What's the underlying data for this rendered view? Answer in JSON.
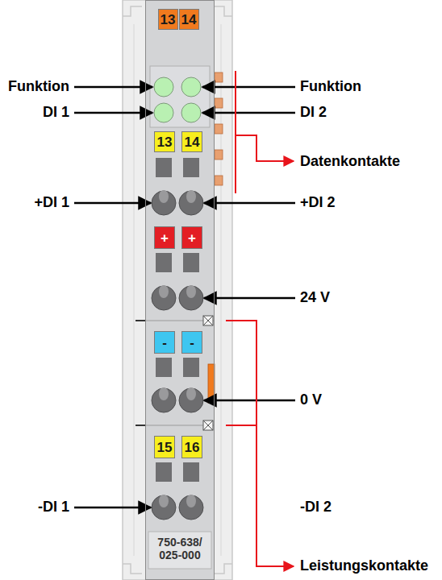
{
  "diagram": {
    "nodes": [
      {
        "text": [
          "750-638/ 025-000"
        ]
      },
      {
        "text": [
          "13"
        ],
        "in": 0
      },
      {
        "text": [
          "14"
        ],
        "in": 0
      },
      {
        "text": [
          "13"
        ],
        "in": 0
      },
      {
        "text": [
          "14"
        ],
        "in": 0
      },
      {
        "text": [
          "+"
        ],
        "in": 0
      },
      {
        "text": [
          "+"
        ],
        "in": 0
      },
      {
        "text": [
          "-"
        ],
        "in": 0
      },
      {
        "text": [
          "-"
        ],
        "in": 0
      },
      {
        "text": [
          "15"
        ],
        "in": 0
      },
      {
        "text": [
          "16"
        ],
        "in": 0
      }
    ],
    "labels": [
      "Funktion",
      "Funktion",
      "DI 1",
      "DI 2",
      "Datenkontakte",
      "+DI 1",
      "+DI 2",
      "24 V",
      "0 V",
      "-DI 1",
      "-DI 2",
      "Leistungskontakte"
    ]
  }
}
